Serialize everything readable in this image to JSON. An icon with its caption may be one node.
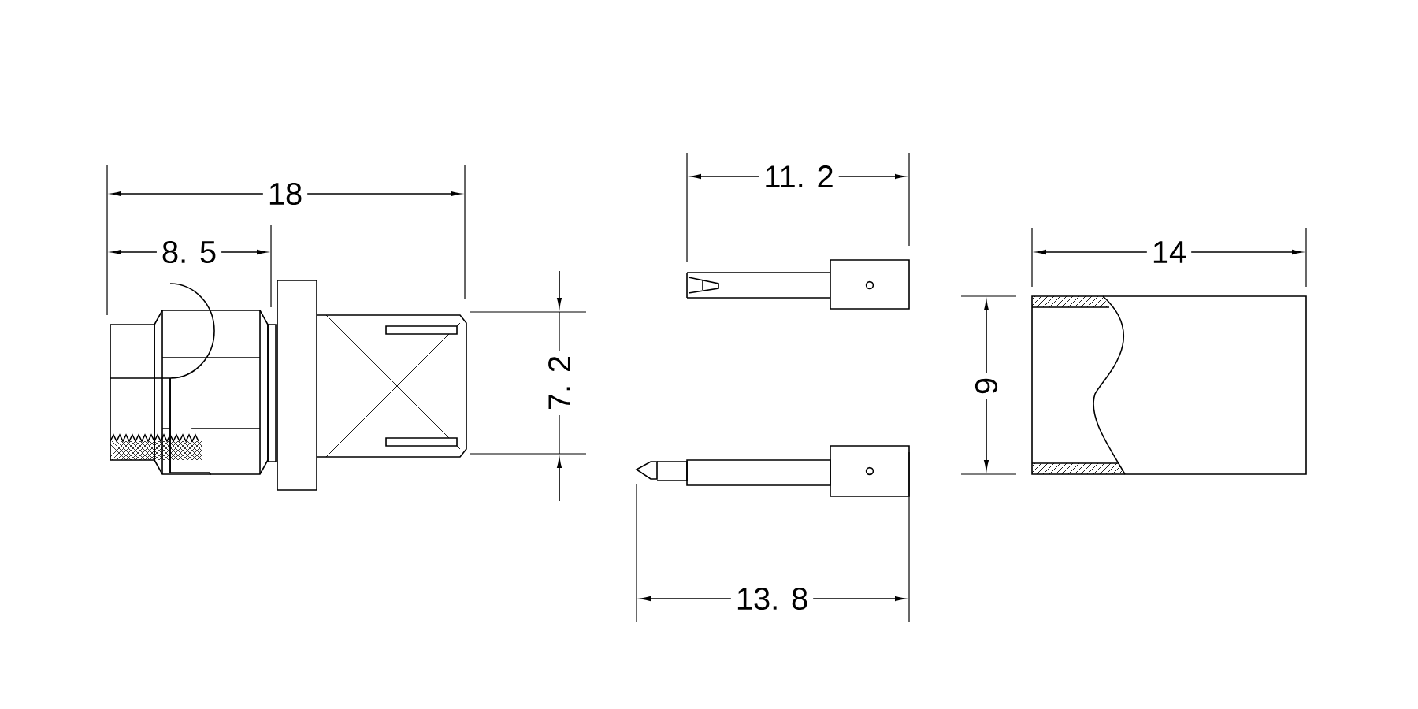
{
  "diagram": {
    "labels": [
      "18",
      "8. 5",
      "7. 2",
      "11. 2",
      "13. 8",
      "14",
      "9"
    ]
  }
}
